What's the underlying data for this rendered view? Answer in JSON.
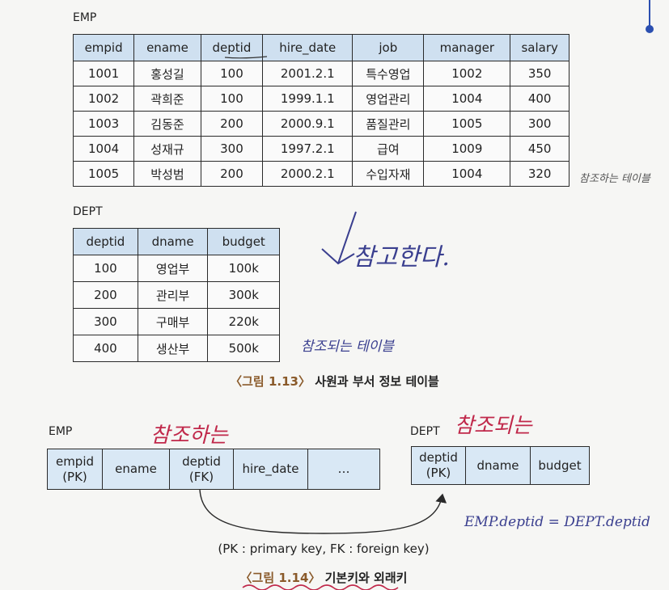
{
  "fig13": {
    "emp_label": "EMP",
    "emp_table": {
      "headers": [
        "empid",
        "ename",
        "deptid",
        "hire_date",
        "job",
        "manager",
        "salary"
      ],
      "rows": [
        [
          "1001",
          "홍성길",
          "100",
          "2001.2.1",
          "특수영업",
          "1002",
          "350"
        ],
        [
          "1002",
          "곽희준",
          "100",
          "1999.1.1",
          "영업관리",
          "1004",
          "400"
        ],
        [
          "1003",
          "김동준",
          "200",
          "2000.9.1",
          "품질관리",
          "1005",
          "300"
        ],
        [
          "1004",
          "성재규",
          "300",
          "1997.2.1",
          "급여",
          "1009",
          "450"
        ],
        [
          "1005",
          "박성범",
          "200",
          "2000.2.1",
          "수입자재",
          "1004",
          "320"
        ]
      ]
    },
    "dept_label": "DEPT",
    "dept_table": {
      "headers": [
        "deptid",
        "dname",
        "budget"
      ],
      "rows": [
        [
          "100",
          "영업부",
          "100k"
        ],
        [
          "200",
          "관리부",
          "300k"
        ],
        [
          "300",
          "구매부",
          "220k"
        ],
        [
          "400",
          "생산부",
          "500k"
        ]
      ]
    },
    "caption_open": "〈그림 1.13〉",
    "caption_text": " 사원과 부서 정보 테이블"
  },
  "fig14": {
    "emp_label": "EMP",
    "emp_fields": [
      "empid\n(PK)",
      "ename",
      "deptid\n(FK)",
      "hire_date",
      "…"
    ],
    "dept_label": "DEPT",
    "dept_fields": [
      "deptid\n(PK)",
      "dname",
      "budget"
    ],
    "legend": "(PK : primary key, FK : foreign key)",
    "caption_open": "〈그림 1.14〉",
    "caption_text": " 기본키와 외래키"
  },
  "handwriting": {
    "referencing_table": "참조하는 테이블",
    "references": "참고한다.",
    "referenced_table": "참조되는 테이블",
    "referencing": "참조하는",
    "referenced": "참조되는",
    "equation": "EMP.deptid = DEPT.deptid"
  },
  "colors": {
    "header_fill": "#cfe0f0",
    "strip_fill": "#d9e8f5",
    "ink_red": "#c0284a",
    "ink_blue": "#2b4fb0"
  }
}
